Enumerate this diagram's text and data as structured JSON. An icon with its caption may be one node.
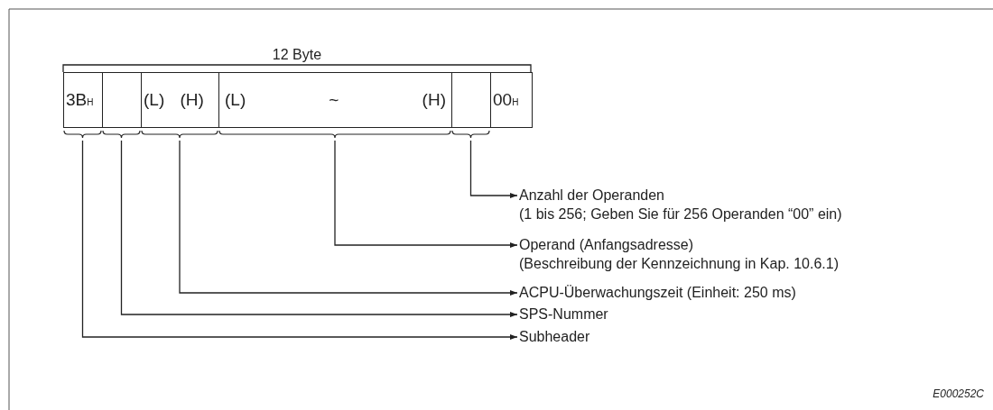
{
  "diagram": {
    "nodes": [
      {
        "text": [
          "3B$_{H}$"
        ]
      },
      {
        "text": [],
        "shape": "box"
      },
      {
        "text": [
          "(L)",
          "(H)"
        ]
      },
      {
        "text": [
          "(L)",
          "~",
          "(H)"
        ]
      },
      {
        "text": [],
        "shape": "box"
      },
      {
        "text": [
          "00$_{H}$"
        ]
      },
      {
        "text": [
          "Anzahl der Operanden",
          "(1 bis 256; Geben Sie für 256 Operanden “00” ein)"
        ]
      },
      {
        "text": [
          "Operand (Anfangsadresse)",
          "(Beschreibung der Kennzeichnung in Kap. 10.6.1)"
        ]
      },
      {
        "text": [
          "ACPU-Überwachungszeit (Einheit: 250 ms)"
        ]
      },
      {
        "text": [
          "SPS-Nummer"
        ]
      },
      {
        "text": [
          "Subheader"
        ]
      }
    ],
    "edges": [
      {
        "from": 4,
        "to": 6,
        "arrow": "to"
      },
      {
        "from": 3,
        "to": 7,
        "arrow": "to"
      },
      {
        "from": 2,
        "to": 8,
        "arrow": "to"
      },
      {
        "from": 1,
        "to": 9,
        "arrow": "to"
      },
      {
        "from": 0,
        "to": 10,
        "arrow": "to"
      }
    ],
    "labels": [
      "12 Byte",
      "E000252C"
    ]
  }
}
